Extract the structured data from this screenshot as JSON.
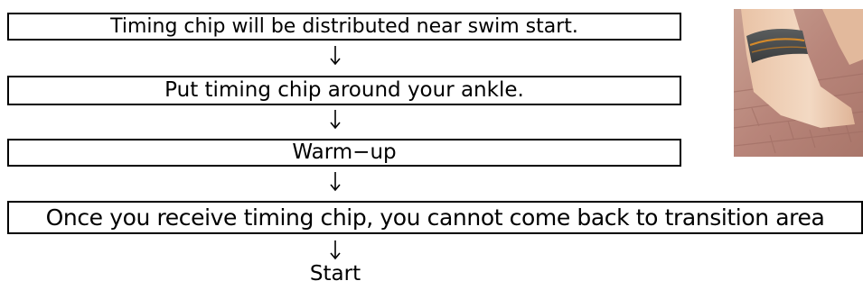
{
  "steps": [
    {
      "label": "Timing chip will be distributed near swim start."
    },
    {
      "label": "Put timing chip around your ankle."
    },
    {
      "label": "Warm−up"
    },
    {
      "label": "Once you receive timing chip, you cannot come back to transition area"
    }
  ],
  "end_label": "Start",
  "arrow_glyph": "↓",
  "photo": {
    "icon": "ankle-timing-chip-photo",
    "colors": {
      "brick": "#b8857a",
      "skin": "#efcfb5",
      "strap": "#4a4d4e",
      "stripe": "#d58a2a"
    }
  }
}
